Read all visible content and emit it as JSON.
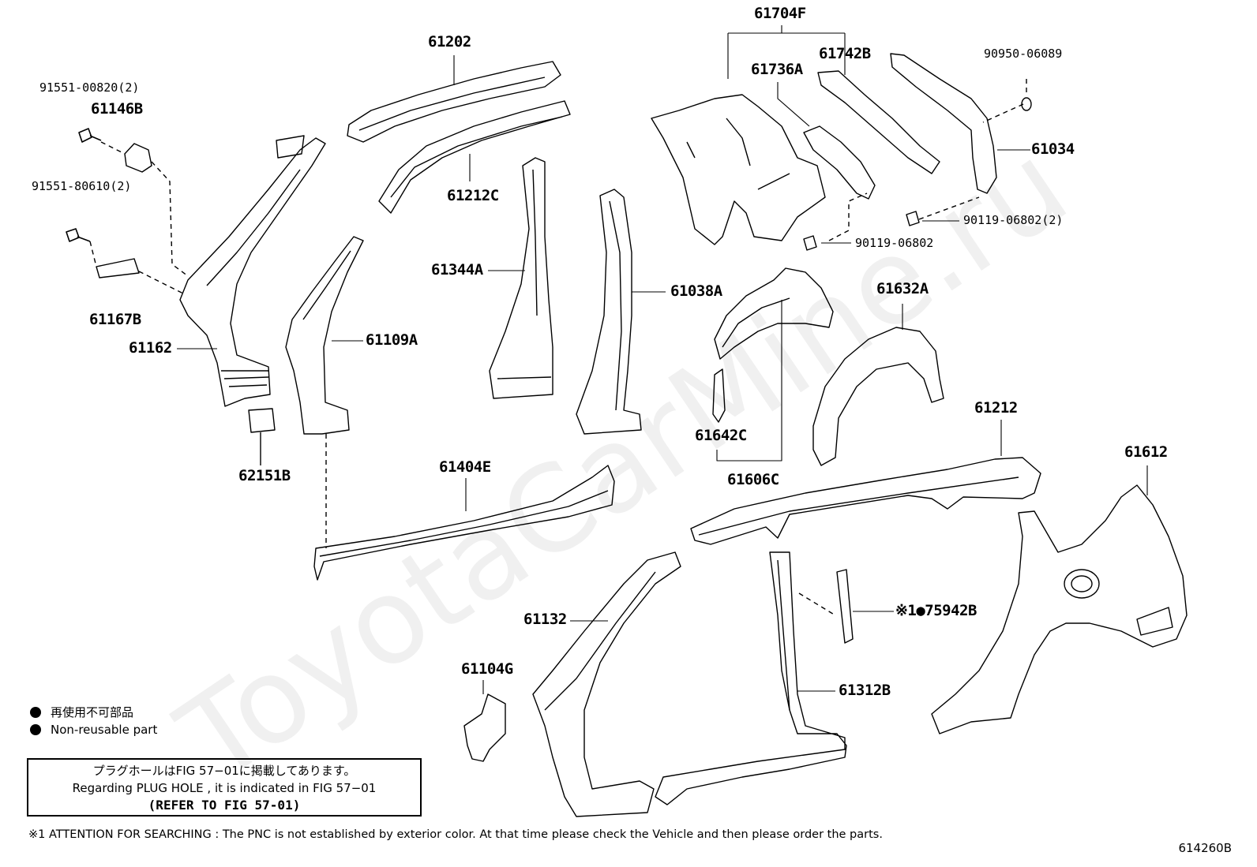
{
  "watermark": "ToyotaCarMine.ru",
  "labels": {
    "p61202": "61202",
    "p91551_00820": "91551-00820(2)",
    "p61146B": "61146B",
    "p91551_80610": "91551-80610(2)",
    "p61167B": "61167B",
    "p61162": "61162",
    "p61212C": "61212C",
    "p61344A": "61344A",
    "p61109A": "61109A",
    "p61038A": "61038A",
    "p62151B": "62151B",
    "p61404E": "61404E",
    "p61704F": "61704F",
    "p61742B": "61742B",
    "p61736A": "61736A",
    "p90950_06089": "90950-06089",
    "p61034": "61034",
    "p90119_06802_2": "90119-06802(2)",
    "p90119_06802": "90119-06802",
    "p61632A": "61632A",
    "p61642C": "61642C",
    "p61606C": "61606C",
    "p61212": "61212",
    "p61612": "61612",
    "p61132": "61132",
    "p75942B": "※1●75942B",
    "p61104G": "61104G",
    "p61312B": "61312B"
  },
  "legend": {
    "jp": "再使用不可部品",
    "en": "Non-reusable part"
  },
  "note": {
    "line1": "プラグホールはFIG 57−01に掲載してあります。",
    "line2": "Regarding  PLUG  HOLE , it is indicated in  FIG  57−01",
    "line3": "(REFER TO FIG 57-01)"
  },
  "attention": "※1 ATTENTION FOR SEARCHING : The PNC is not established by exterior color. At that time please check the Vehicle and then please order the parts.",
  "figure_id": "614260B"
}
